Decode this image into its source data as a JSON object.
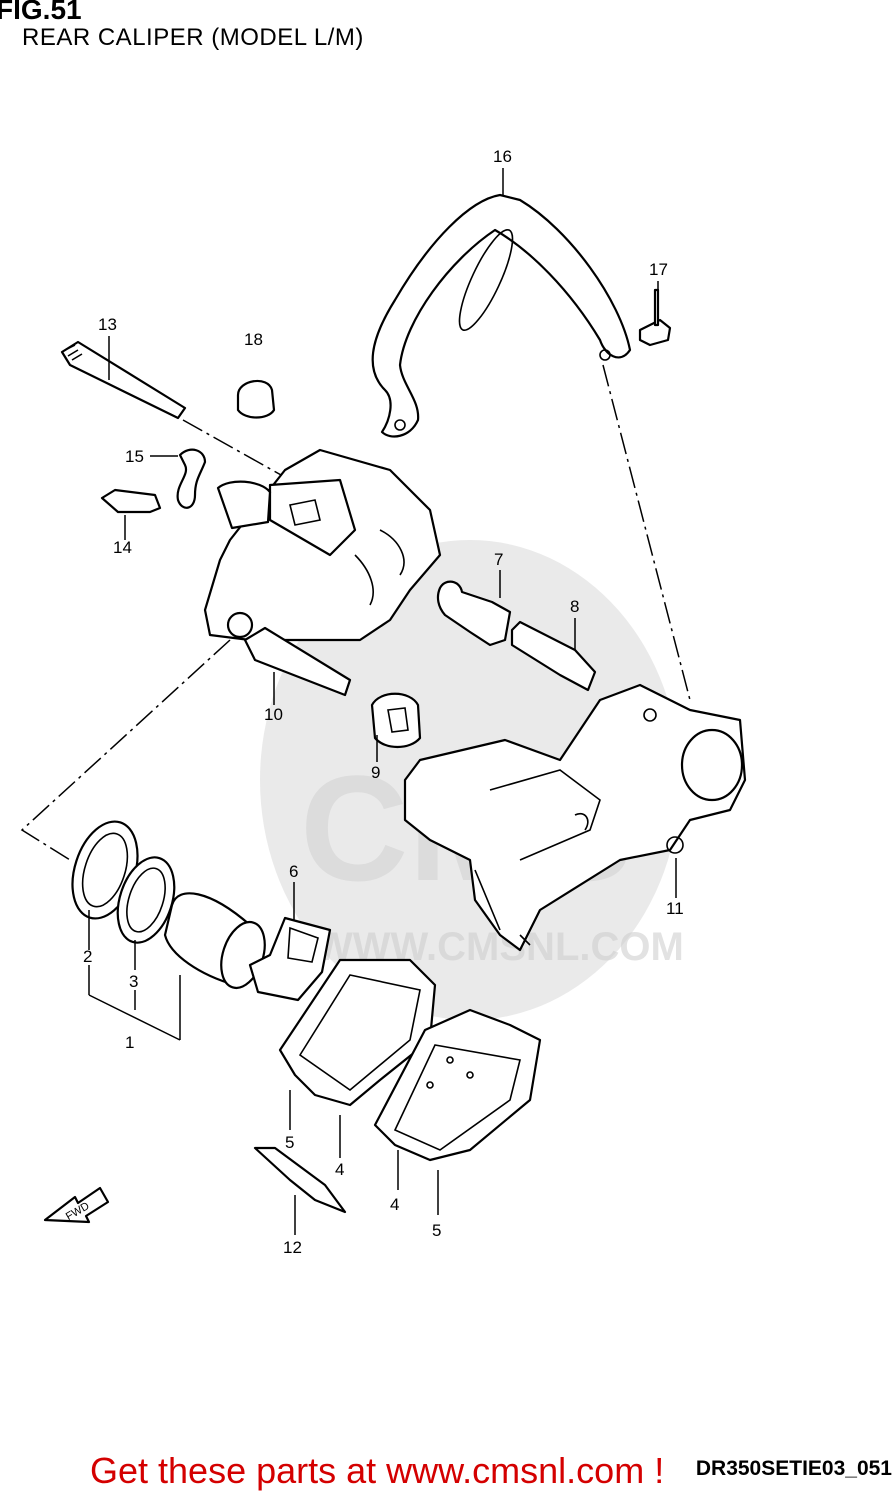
{
  "figure": {
    "title": "FIG.51",
    "subtitle": "REAR CALIPER (MODEL L/M)",
    "diagram_code": "DR350SETIE03_051",
    "promo_text": "Get these parts at www.cmsnl.com !",
    "watermark_text": "CMS",
    "watermark_url": "WWW.CMSNL.COM",
    "direction_arrow_label": "FWD"
  },
  "callouts": [
    {
      "id": "callout-1",
      "label": "1"
    },
    {
      "id": "callout-2",
      "label": "2"
    },
    {
      "id": "callout-3",
      "label": "3"
    },
    {
      "id": "callout-4a",
      "label": "4"
    },
    {
      "id": "callout-4b",
      "label": "4"
    },
    {
      "id": "callout-5a",
      "label": "5"
    },
    {
      "id": "callout-5b",
      "label": "5"
    },
    {
      "id": "callout-6",
      "label": "6"
    },
    {
      "id": "callout-7",
      "label": "7"
    },
    {
      "id": "callout-8",
      "label": "8"
    },
    {
      "id": "callout-9",
      "label": "9"
    },
    {
      "id": "callout-10",
      "label": "10"
    },
    {
      "id": "callout-11",
      "label": "11"
    },
    {
      "id": "callout-12",
      "label": "12"
    },
    {
      "id": "callout-13",
      "label": "13"
    },
    {
      "id": "callout-14",
      "label": "14"
    },
    {
      "id": "callout-15",
      "label": "15"
    },
    {
      "id": "callout-16",
      "label": "16"
    },
    {
      "id": "callout-17",
      "label": "17"
    },
    {
      "id": "callout-18",
      "label": "18"
    }
  ]
}
